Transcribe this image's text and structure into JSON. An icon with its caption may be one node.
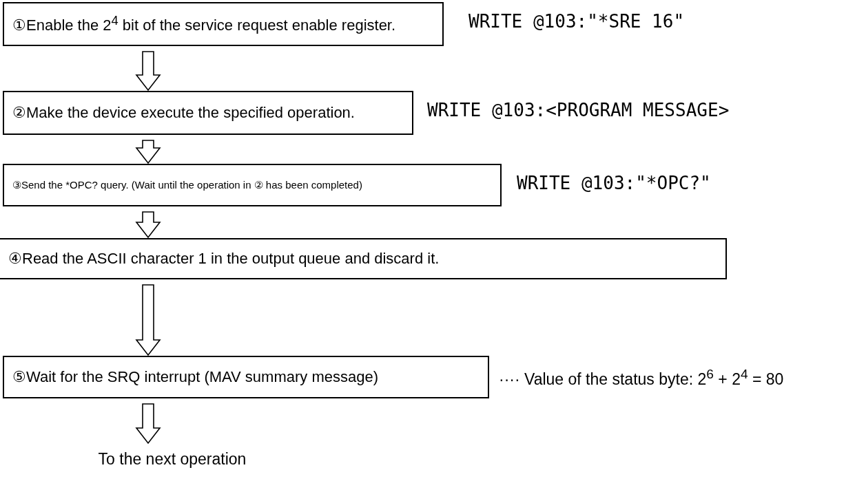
{
  "diagram": {
    "nodes": [
      {
        "text": [
          "①Enable the 2$^{4}$ bit of the service request enable register."
        ],
        "beside": [
          "WRITE @103:\"*SRE 16\""
        ]
      },
      {
        "text": [
          "②Make the device execute the specified operation."
        ],
        "beside": [
          "WRITE @103:<PROGRAM MESSAGE>"
        ]
      },
      {
        "text": [
          "③Send the *OPC? query. (Wait until the operation in ② has been completed)"
        ],
        "beside": [
          "WRITE @103:\"*OPC?\""
        ]
      },
      {
        "text": [
          "④Read the ASCII character 1 in the output queue and discard it."
        ]
      },
      {
        "text": [
          "⑤Wait for the SRQ interrupt (MAV summary message)"
        ],
        "beside": [
          "···· Value of the status byte: 2$^{6}$ + 2$^{4}$ = 80"
        ]
      },
      {
        "text": [
          "To the next operation"
        ]
      }
    ],
    "edges": [
      {
        "from": 0,
        "to": 1,
        "arrow": "to"
      },
      {
        "from": 1,
        "to": 2,
        "arrow": "to"
      },
      {
        "from": 2,
        "to": 3,
        "arrow": "to"
      },
      {
        "from": 3,
        "to": 4,
        "arrow": "to"
      },
      {
        "from": 4,
        "to": 5,
        "arrow": "to"
      }
    ]
  }
}
